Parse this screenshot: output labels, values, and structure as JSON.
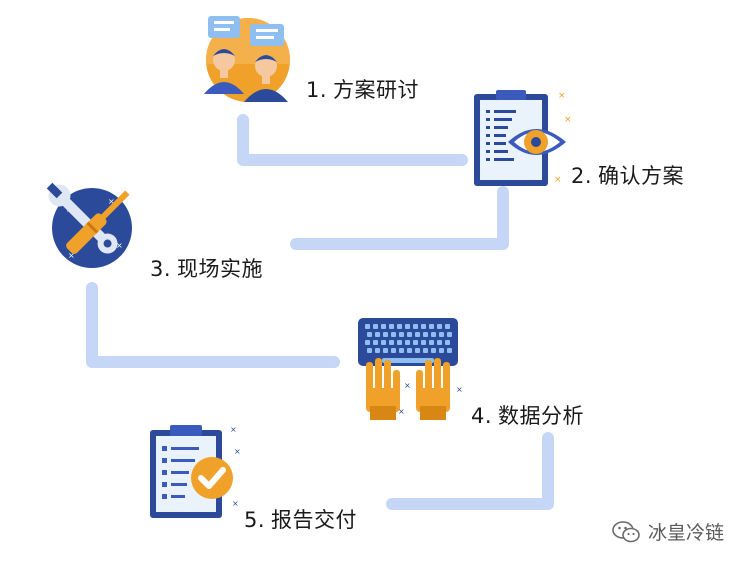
{
  "steps": [
    {
      "number": "1.",
      "label": "方案研讨",
      "icon": "discussion-people-icon"
    },
    {
      "number": "2.",
      "label": "确认方案",
      "icon": "clipboard-eye-icon"
    },
    {
      "number": "3.",
      "label": "现场实施",
      "icon": "wrench-screwdriver-icon"
    },
    {
      "number": "4.",
      "label": "数据分析",
      "icon": "keyboard-hands-icon"
    },
    {
      "number": "5.",
      "label": "报告交付",
      "icon": "clipboard-check-icon"
    }
  ],
  "watermark": {
    "text": "冰皇冷链",
    "icon": "wechat-icon"
  },
  "colors": {
    "path": "#c5d6f7",
    "navy": "#2b4a9a",
    "blue": "#3a5bbd",
    "orange": "#f0a12a",
    "skin": "#f2a14a"
  }
}
